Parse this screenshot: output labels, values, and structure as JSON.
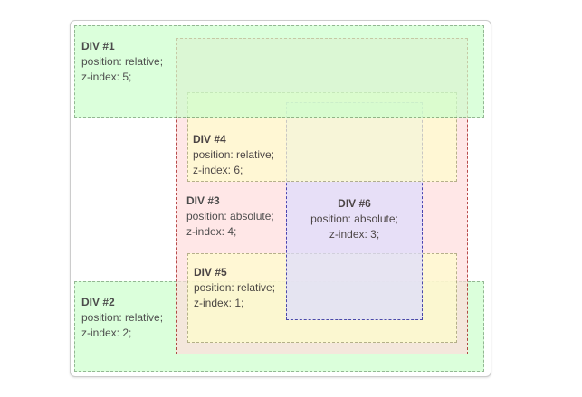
{
  "boxes": [
    {
      "id": "div1",
      "title": "DIV #1",
      "position_line": "position: relative;",
      "zindex_line": "z-index: 5;",
      "bg": "#ccffcc",
      "border": "#669966"
    },
    {
      "id": "div2",
      "title": "DIV #2",
      "position_line": "position: relative;",
      "zindex_line": "z-index: 2;",
      "bg": "#ccffcc",
      "border": "#669966"
    },
    {
      "id": "div3",
      "title": "DIV #3",
      "position_line": "position: absolute;",
      "zindex_line": "z-index: 4;",
      "bg": "#ffdddd",
      "border": "#990000"
    },
    {
      "id": "div4",
      "title": "DIV #4",
      "position_line": "position: relative;",
      "zindex_line": "z-index: 6;",
      "bg": "#ffffcc",
      "border": "#999966"
    },
    {
      "id": "div5",
      "title": "DIV #5",
      "position_line": "position: relative;",
      "zindex_line": "z-index: 1;",
      "bg": "#ffffcc",
      "border": "#999966"
    },
    {
      "id": "div6",
      "title": "DIV #6",
      "position_line": "position: absolute;",
      "zindex_line": "z-index: 3;",
      "bg": "#ddddff",
      "border": "#000099"
    }
  ],
  "card": {
    "background": "#ffffff",
    "border_color": "#cccccc"
  }
}
